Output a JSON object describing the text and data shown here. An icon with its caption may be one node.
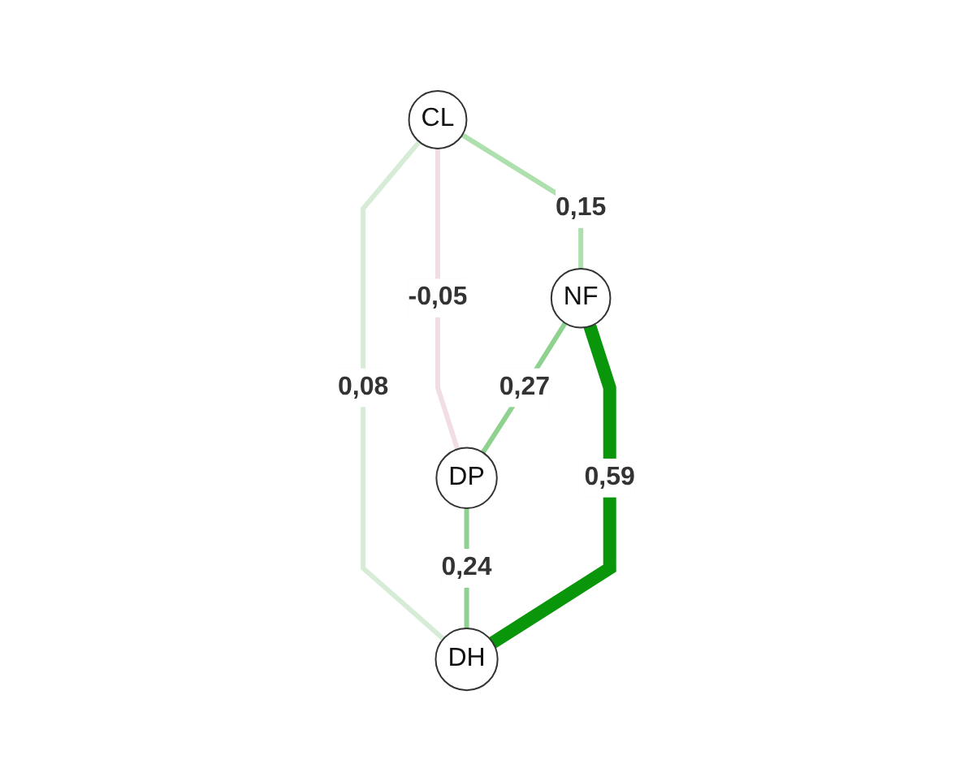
{
  "diagram": {
    "nodes": [
      {
        "text": [
          "DP"
        ]
      },
      {
        "text": [
          "CL"
        ]
      },
      {
        "text": [
          "DH"
        ]
      },
      {
        "text": [
          "NF"
        ]
      }
    ],
    "edges": [
      {
        "from": 1,
        "to": 0,
        "arrow": "none",
        "label": "-0,05",
        "color": "#f2dde4"
      },
      {
        "from": 1,
        "to": 2,
        "arrow": "none",
        "label": "0,08",
        "color": "#d6ecd6"
      },
      {
        "from": 1,
        "to": 3,
        "arrow": "none",
        "label": "0,15",
        "color": "#ade0ad"
      },
      {
        "from": 3,
        "to": 0,
        "arrow": "none",
        "label": "0,27",
        "color": "#8fd18f"
      },
      {
        "from": 0,
        "to": 2,
        "arrow": "none",
        "label": "0,24",
        "color": "#8fd18f"
      },
      {
        "from": 3,
        "to": 2,
        "arrow": "none",
        "label": "0,59",
        "style": "thick",
        "color": "#0a960a"
      }
    ]
  }
}
